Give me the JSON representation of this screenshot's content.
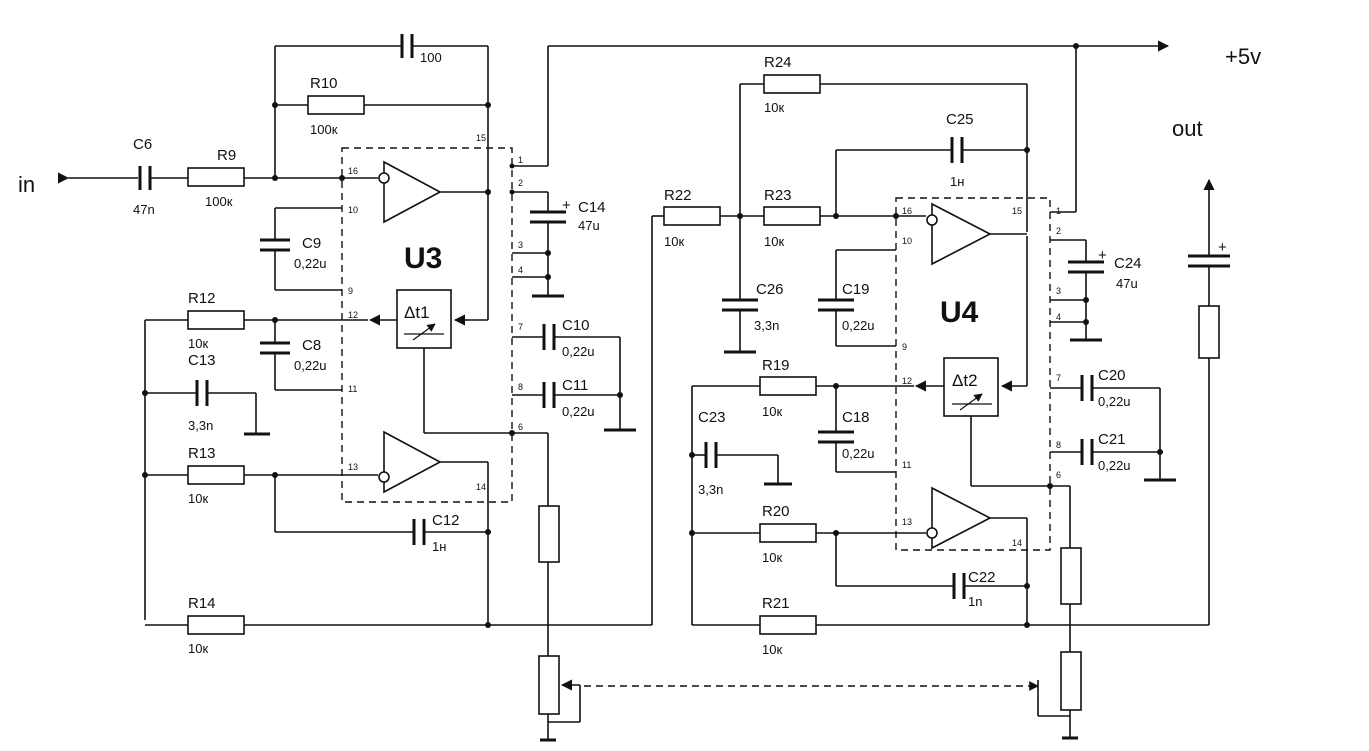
{
  "ports": {
    "in": "in",
    "out": "out",
    "vcc": "+5v"
  },
  "chips": {
    "u3": "U3",
    "u4": "U4"
  },
  "delta": {
    "t1": "Δt1",
    "t2": "Δt2"
  },
  "left": {
    "c6": "C6",
    "c6v": "47n",
    "r9": "R9",
    "r9v": "100к",
    "c100": "100",
    "r10": "R10",
    "r10v": "100к",
    "c9": "C9",
    "c9v": "0,22u",
    "r12": "R12",
    "r12v": "10к",
    "c8": "C8",
    "c8v": "0,22u",
    "c13": "C13",
    "c13v": "3,3n",
    "r13": "R13",
    "r13v": "10к",
    "c12": "C12",
    "c12v": "1н",
    "r14": "R14",
    "r14v": "10к",
    "c14": "C14",
    "c14v": "47u",
    "c10": "C10",
    "c10v": "0,22u",
    "c11": "C11",
    "c11v": "0,22u"
  },
  "right": {
    "r24": "R24",
    "r24v": "10к",
    "c25": "C25",
    "c25v": "1н",
    "r22": "R22",
    "r22v": "10к",
    "r23": "R23",
    "r23v": "10к",
    "c26": "C26",
    "c26v": "3,3n",
    "c19": "C19",
    "c19v": "0,22u",
    "r19": "R19",
    "r19v": "10к",
    "c23": "C23",
    "c23v": "3,3n",
    "c18": "C18",
    "c18v": "0,22u",
    "r20": "R20",
    "r20v": "10к",
    "c22": "C22",
    "c22v": "1n",
    "r21": "R21",
    "r21v": "10к",
    "c24": "C24",
    "c24v": "47u",
    "c20": "C20",
    "c20v": "0,22u",
    "c21": "C21",
    "c21v": "0,22u"
  },
  "pins": {
    "p1": "1",
    "p2": "2",
    "p3": "3",
    "p4": "4",
    "p6": "6",
    "p7": "7",
    "p8": "8",
    "p9": "9",
    "p10": "10",
    "p11": "11",
    "p12": "12",
    "p13": "13",
    "p14": "14",
    "p15": "15",
    "p16": "16"
  },
  "polarity": {
    "plus": "+"
  }
}
